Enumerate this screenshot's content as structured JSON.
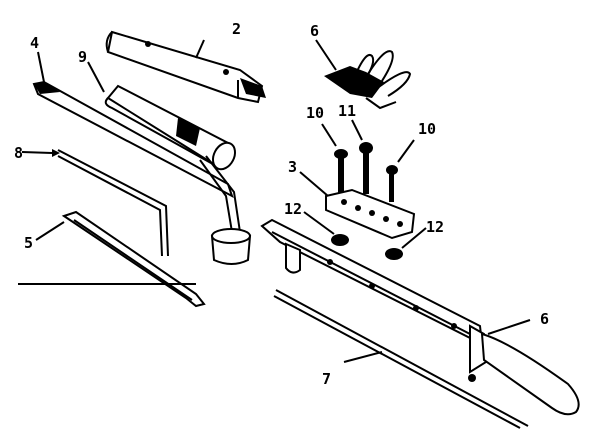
{
  "diagram": {
    "callouts": [
      {
        "id": "c2",
        "label": "2"
      },
      {
        "id": "c4",
        "label": "4"
      },
      {
        "id": "c9",
        "label": "9"
      },
      {
        "id": "c8",
        "label": "8"
      },
      {
        "id": "c5",
        "label": "5"
      },
      {
        "id": "c6t",
        "label": "6"
      },
      {
        "id": "c10a",
        "label": "10"
      },
      {
        "id": "c11",
        "label": "11"
      },
      {
        "id": "c10b",
        "label": "10"
      },
      {
        "id": "c3",
        "label": "3"
      },
      {
        "id": "c12a",
        "label": "12"
      },
      {
        "id": "c12b",
        "label": "12"
      },
      {
        "id": "c6",
        "label": "6"
      },
      {
        "id": "c7",
        "label": "7"
      }
    ]
  }
}
